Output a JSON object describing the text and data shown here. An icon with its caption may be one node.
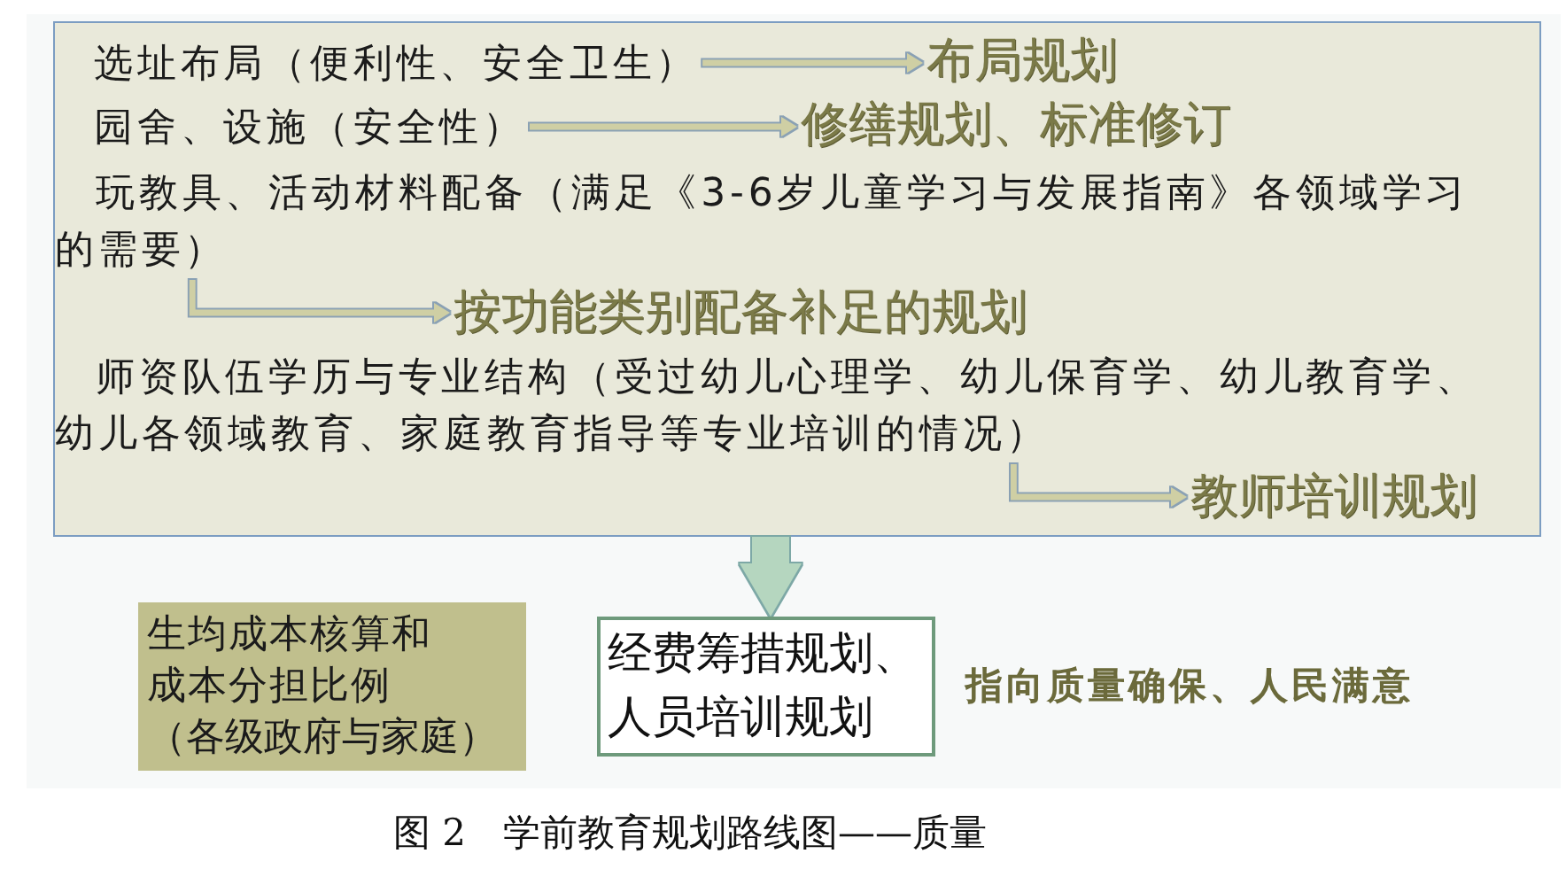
{
  "diagram": {
    "caption": "图 2　学前教育规划路线图——质量",
    "nodes": [
      {
        "text": [],
        "shape": "box"
      },
      {
        "text": [
          "选址布局（便利性、安全卫生）"
        ],
        "in": 0
      },
      {
        "text": [
          "布局规划"
        ],
        "in": 0
      },
      {
        "text": [
          "园舍、设施（安全性）"
        ],
        "in": 0
      },
      {
        "text": [
          "修缮规划、标准修订"
        ],
        "in": 0
      },
      {
        "text": [
          "玩教具、活动材料配备（满足《3-6岁儿童学习与发展指南》各领域学习的需要）"
        ],
        "in": 0
      },
      {
        "text": [
          "按功能类别配备补足的规划"
        ],
        "in": 0
      },
      {
        "text": [
          "师资队伍学历与专业结构（受过幼儿心理学、幼儿保育学、幼儿教育学、幼儿各领域教育、家庭教育指导等专业培训的情况）"
        ],
        "in": 0
      },
      {
        "text": [
          "教师培训规划"
        ],
        "in": 0
      },
      {
        "text": [
          "生均成本核算和成本分担比例",
          "（各级政府与家庭）"
        ]
      },
      {
        "text": [
          "经费筹措规划、人员培训规划"
        ],
        "beside": [
          "指向质量确保、人民满意"
        ]
      }
    ],
    "edges": [
      {
        "from": 1,
        "to": 2,
        "arrow": "to"
      },
      {
        "from": 3,
        "to": 4,
        "arrow": "to"
      },
      {
        "from": 5,
        "to": 6,
        "arrow": "to"
      },
      {
        "from": 7,
        "to": 8,
        "arrow": "to"
      },
      {
        "from": 0,
        "to": 10,
        "arrow": "to",
        "style": "thick",
        "color": "#b5d6bf"
      }
    ]
  }
}
